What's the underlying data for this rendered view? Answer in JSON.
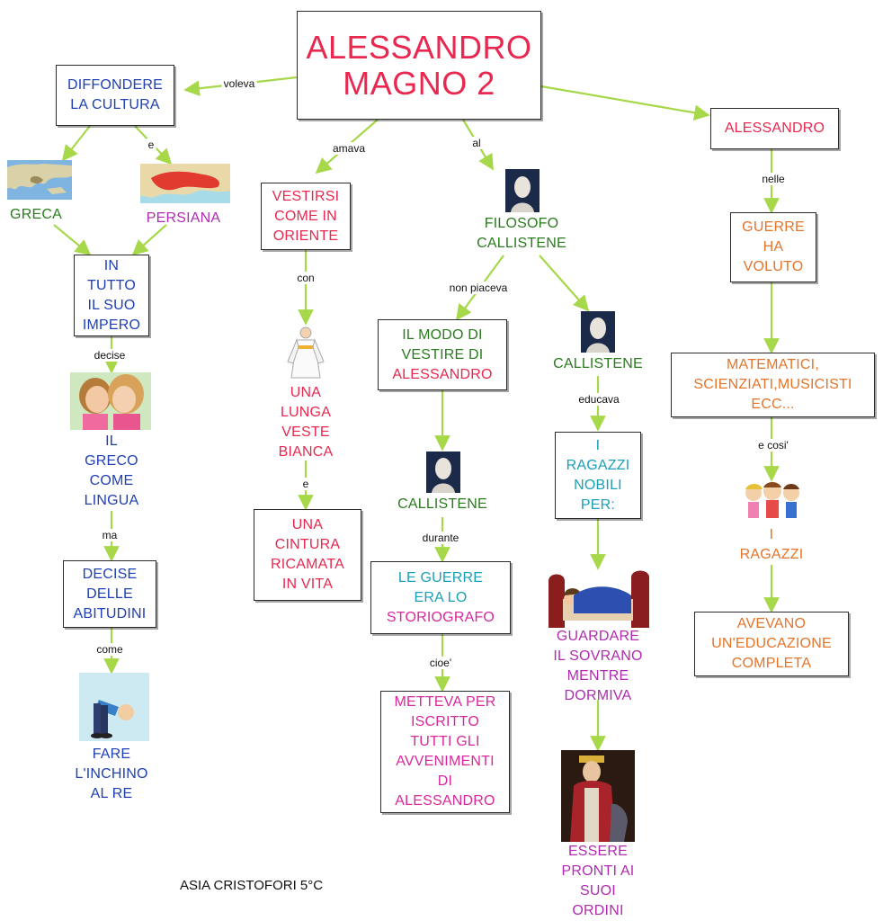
{
  "title": "ALESSANDRO\nMAGNO 2",
  "author": "ASIA CRISTOFORI 5°C",
  "colors": {
    "line": "#a6d84a",
    "border": "#2a2a2a",
    "blue": "#1f3fb4",
    "green": "#2a7b1e",
    "purple": "#b02bb0",
    "red": "#e8284f",
    "magenta": "#d8289c",
    "teal": "#1aa0b8",
    "orange": "#e4742a"
  },
  "col1": {
    "diffondere": "DIFFONDERE\nLA CULTURA",
    "greca": "GRECA",
    "persiana": "PERSIANA",
    "in_tutto": "IN\nTUTTO\nIL SUO\nIMPERO",
    "il_greco": "IL\nGRECO\nCOME\nLINGUA",
    "decise_abitudini": "DECISE\nDELLE\nABITUDINI",
    "fare_inchino": "FARE\nL'INCHINO\nAL RE"
  },
  "col2": {
    "vestirsi": "VESTIRSI\nCOME IN\nORIENTE",
    "lunga_veste": "UNA\nLUNGA\nVESTE\nBIANCA",
    "cintura": "UNA\nCINTURA\nRICAMATA\nIN VITA"
  },
  "col3": {
    "filosofo": "FILOSOFO\nCALLISTENE",
    "modo_vestire_a": "IL MODO DI\nVESTIRE DI",
    "modo_vestire_b": "ALESSANDRO",
    "callistene_b": "CALLISTENE",
    "guerre_a": "LE GUERRE\nERA LO",
    "guerre_b": "STORIOGRAFO",
    "metteva": "METTEVA PER\nISCRITTO\nTUTTI GLI\nAVVENIMENTI\nDI\nALESSANDRO"
  },
  "col4": {
    "callistene_c": "CALLISTENE",
    "ragazzi_nobili": "I\nRAGAZZI\nNOBILI\nPER:",
    "guardare": "GUARDARE\nIL SOVRANO\nMENTRE\nDORMIVA",
    "essere_pronti": "ESSERE\nPRONTI AI\nSUOI\nORDINI"
  },
  "col5": {
    "alessandro": "ALESSANDRO",
    "guerre_voluto": "GUERRE\nHA\nVOLUTO",
    "matematici": "MATEMATICI,\nSCIENZIATI,MUSICISTI\nECC...",
    "i_ragazzi": "I\nRAGAZZI",
    "educazione": "AVEVANO\nUN'EDUCAZIONE\nCOMPLETA"
  },
  "links": {
    "voleva": "voleva",
    "e1": "e",
    "decise": "decise",
    "ma": "ma",
    "come": "come",
    "amava": "amava",
    "con": "con",
    "e2": "e",
    "al": "al",
    "non_piaceva": "non piaceva",
    "durante": "durante",
    "cioe": "cioe'",
    "educava": "educava",
    "nelle": "nelle",
    "e_cosi": "e cosi'"
  },
  "icons": [
    "map-greece-icon",
    "map-persia-icon",
    "girls-whisper-icon",
    "bowing-person-icon",
    "white-robe-icon",
    "bust-icon",
    "sleeping-bed-icon",
    "king-painting-icon",
    "kids-group-icon"
  ]
}
